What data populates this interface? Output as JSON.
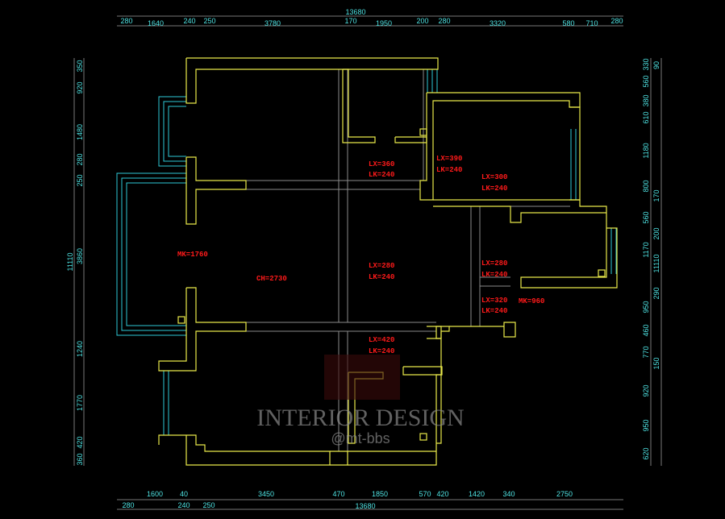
{
  "dimensions": {
    "top_total": "13680",
    "top": [
      "280",
      "1640",
      "240",
      "250",
      "3780",
      "170",
      "1950",
      "200",
      "280",
      "3320",
      "580",
      "710",
      "280"
    ],
    "bottom": [
      "1600",
      "40",
      "3450",
      "470",
      "1850",
      "570",
      "420",
      "1420",
      "340",
      "2750"
    ],
    "bottom2": [
      "280",
      "240",
      "250"
    ],
    "bottom_total": "13680",
    "left_total": "11110",
    "left": [
      "350",
      "920",
      "1480",
      "280",
      "250",
      "3860",
      "1240",
      "1770",
      "420",
      "360"
    ],
    "right": [
      "330",
      "560",
      "380",
      "610",
      "1180",
      "800",
      "560",
      "1170",
      "290",
      "950",
      "460",
      "770",
      "920",
      "950",
      "620"
    ],
    "right2": [
      "90",
      "170",
      "200",
      "11110",
      "150"
    ]
  },
  "labels": {
    "lx1": "LX=360",
    "lk1": "LK=240",
    "lx2": "LX=390",
    "lk2": "LK=240",
    "lx3": "LX=300",
    "lk3": "LK=240",
    "mk1": "MK=1760",
    "ch": "CH=2730",
    "lx4": "LX=280",
    "lk4": "LK=240",
    "lx5": "LX=280",
    "lk5": "LK=240",
    "lx6": "LX=320",
    "lk6": "LK=240",
    "mk2": "MK=960",
    "lx7": "LX=420",
    "lk7": "LK=240"
  },
  "watermark": {
    "title": "INTERIOR DESIGN",
    "handle": "@mt-bbs"
  }
}
